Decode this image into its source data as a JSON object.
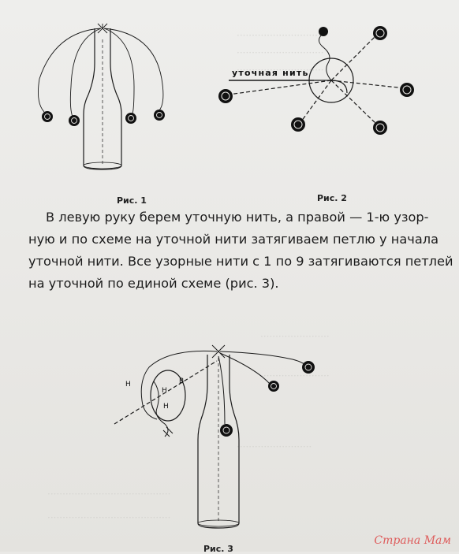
{
  "figures": {
    "fig1": {
      "caption": "Рис. 1"
    },
    "fig2": {
      "caption": "Рис. 2",
      "label": "уточная нить"
    },
    "fig3": {
      "caption": "Рис. 3",
      "marks": [
        "Н",
        "Н",
        "В",
        "Н"
      ]
    }
  },
  "paragraph": {
    "lines": [
      "В левую руку берем уточную нить, а правой — 1-ю узор-",
      "ную и по схеме на уточной нити затягиваем петлю у начала",
      "уточной нити. Все узорные нити с 1 по 9 затягиваются петлей",
      "на уточной по единой схеме (рис. 3)."
    ]
  },
  "watermark": "Страна Мам",
  "colors": {
    "ink": "#1c1c1c",
    "paper": "#eae9e6",
    "watermark": "#dd4444"
  }
}
